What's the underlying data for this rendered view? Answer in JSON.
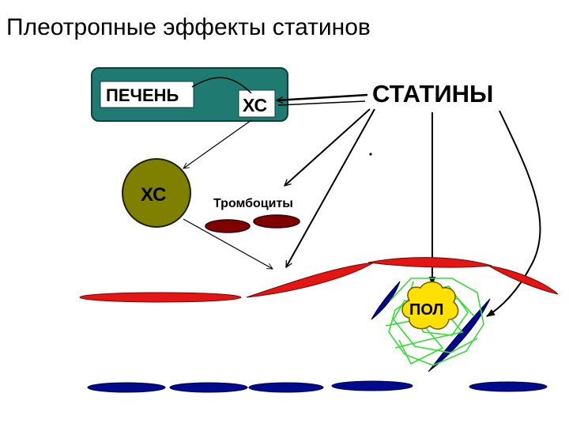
{
  "slide": {
    "title": "Плеотропные эффекты статинов"
  },
  "diagram": {
    "liver_label": "ПЕЧЕНЬ",
    "liver_cholesterol_label": "ХС",
    "blood_cholesterol_label": "ХС",
    "statins_label": "СТАТИНЫ",
    "platelets_label": "Тромбоциты",
    "leukocyte_label": "ПОЛ"
  },
  "colors": {
    "liver_fill": "#1f7b72",
    "cholesterol_fill": "#808000",
    "platelet_fill": "#800000",
    "endothelium_fill": "#e31515",
    "smooth_muscle_fill": "#000a8c",
    "leukocyte_fill": "#ffe000",
    "fibrin_green": "#33dd33"
  }
}
